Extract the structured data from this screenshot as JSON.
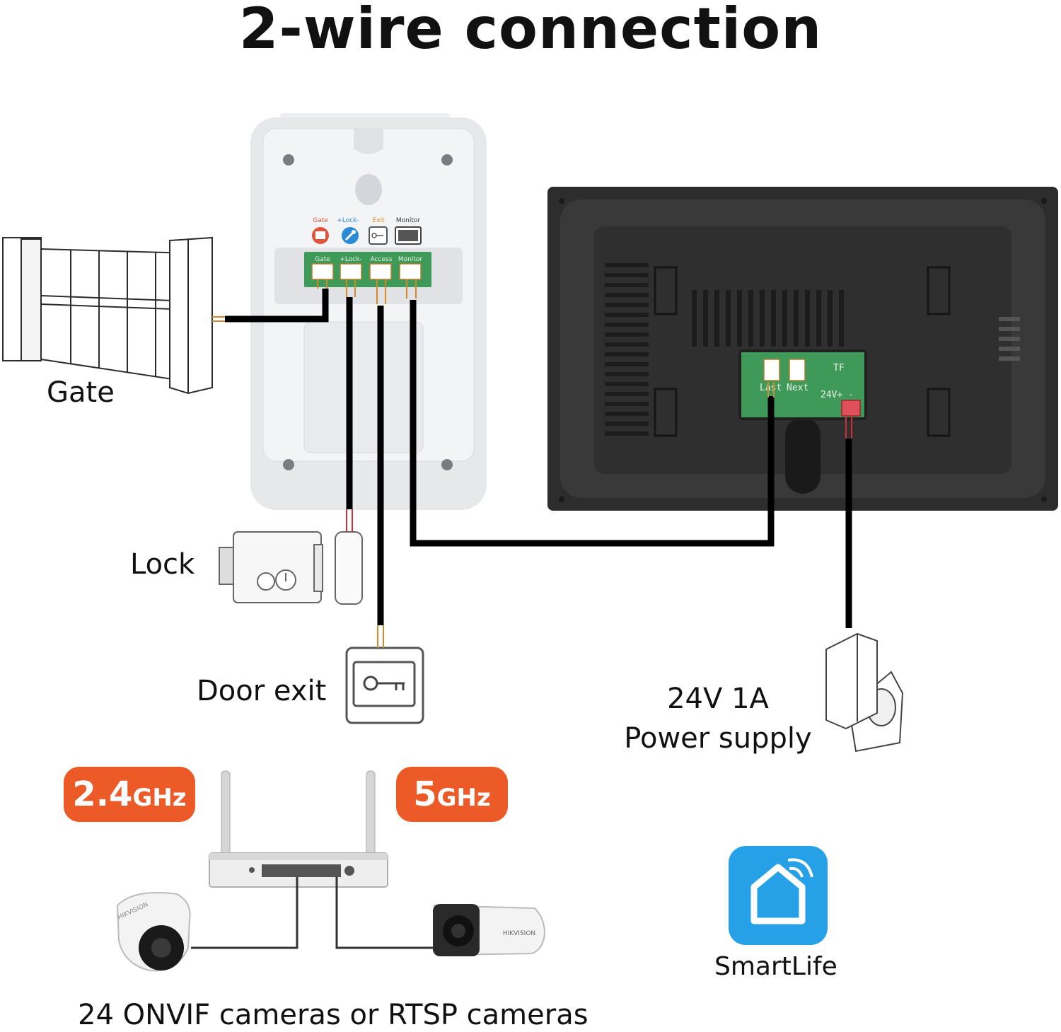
{
  "title": "2-wire connection",
  "labels": {
    "gate": "Gate",
    "lock": "Lock",
    "door_exit": "Door exit",
    "power_voltage": "24V 1A",
    "power_supply": "Power supply",
    "cameras": "24 ONVIF cameras or RTSP cameras",
    "smartlife": "SmartLife"
  },
  "bands": {
    "band1_value": "2.4",
    "band1_unit": "GHz",
    "band2_value": "5",
    "band2_unit": "GHz"
  },
  "doorbell_terminals": {
    "icons": [
      "Gate",
      "+Lock-",
      "Exit",
      "Monitor"
    ],
    "board": [
      "Gate",
      "+Lock-",
      "Access",
      "Monitor"
    ]
  },
  "monitor_board": {
    "last": "Last",
    "next": "Next",
    "tf": "TF",
    "power": "24V+ -"
  },
  "camera_brand": "HIKVISION",
  "colors": {
    "accent_orange": "#ec5b27",
    "smartlife_blue": "#26a1e8",
    "monitor_body": "#2d2d2d",
    "pcb_green": "#3f9a5a",
    "wire": "#000000"
  }
}
